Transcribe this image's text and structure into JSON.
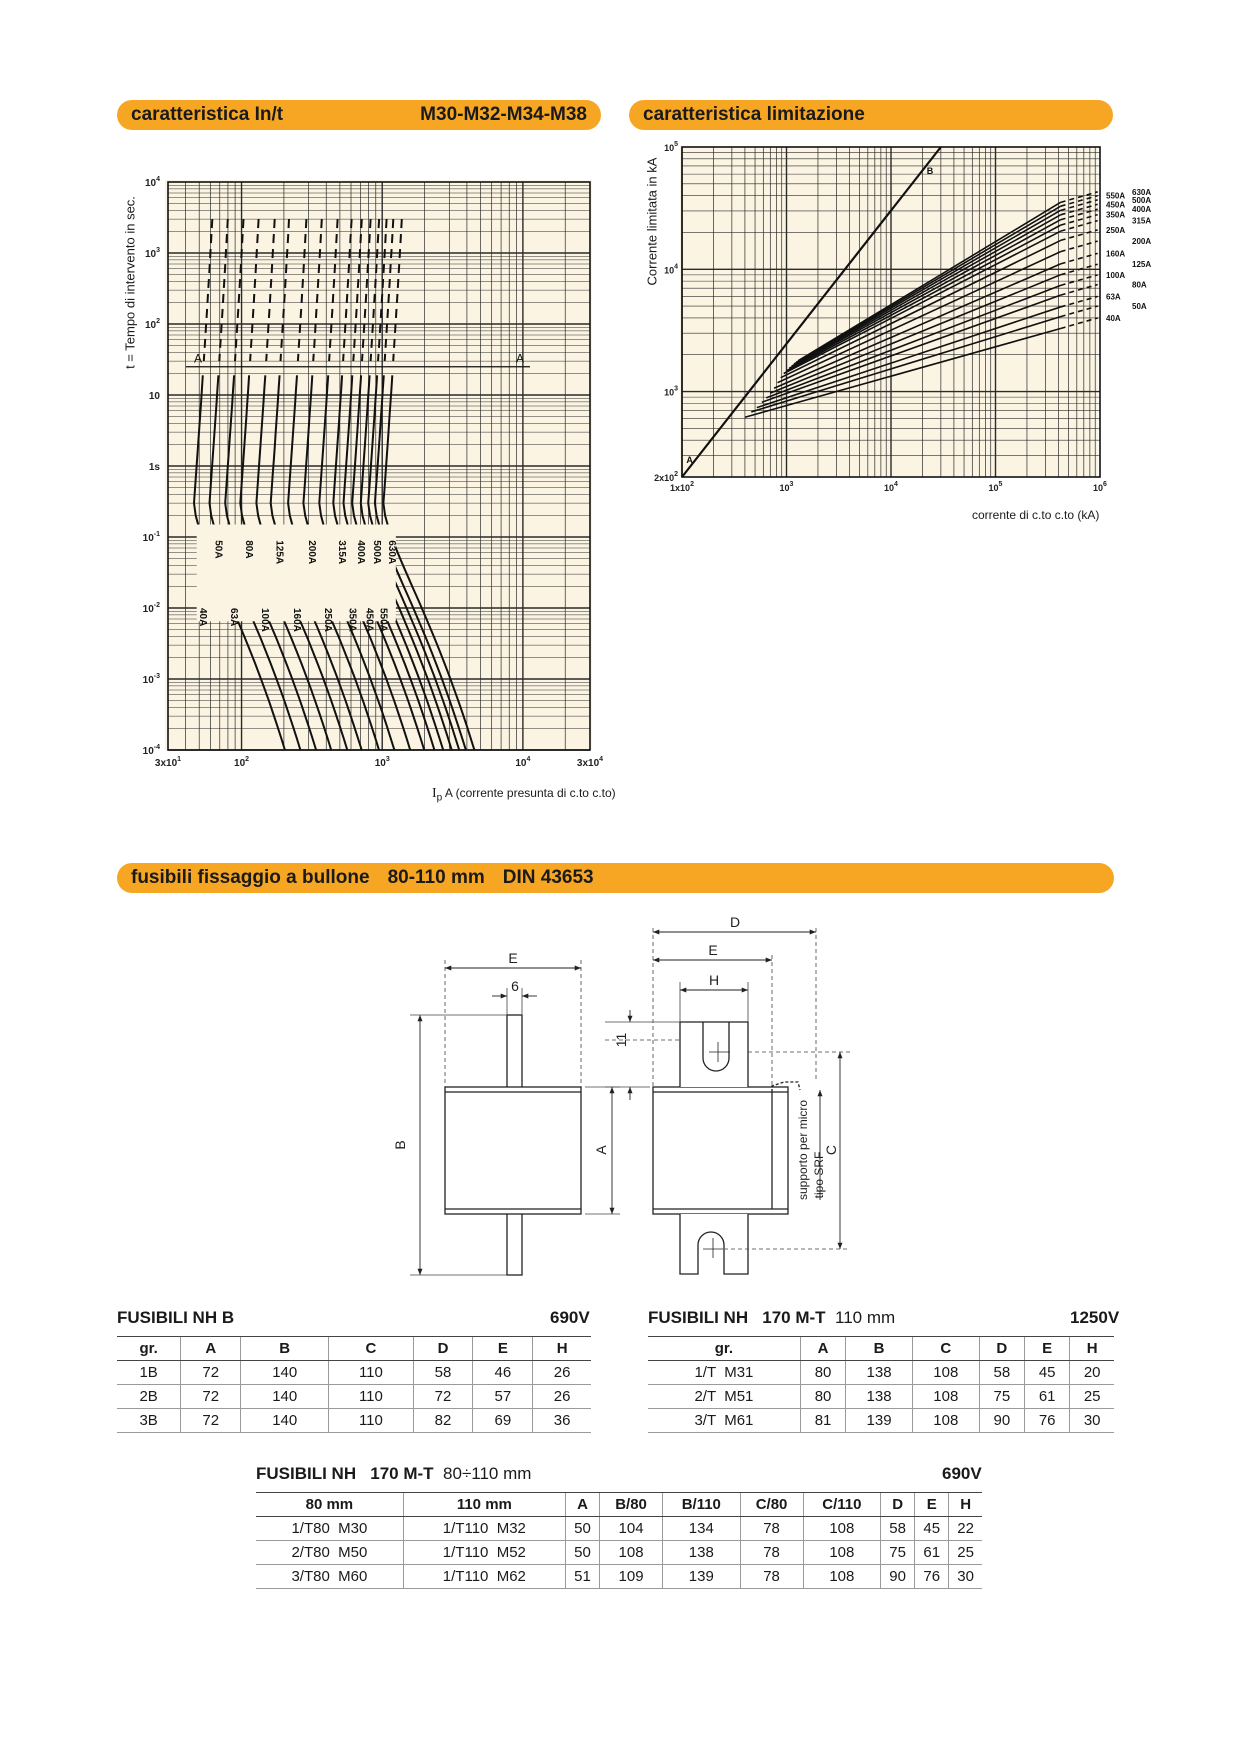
{
  "headers": {
    "curve_left": "caratteristica In/t",
    "curve_right": "M30-M32-M34-M38",
    "limit": "caratteristica limitazione",
    "bolt_1": "fusibili fissaggio a bullone",
    "bolt_2": "80-110 mm",
    "bolt_3": "DIN 43653"
  },
  "chart_data": [
    {
      "type": "line",
      "name": "caratteristica In/t",
      "xlabel_i": "I",
      "xlabel_sub": "p",
      "xlabel_rest": " A (corrente presunta di c.to c.to)",
      "ylabel": "t = Tempo di intervento in sec.",
      "x_scale": "log",
      "y_scale": "log",
      "xlim": [
        30,
        30000
      ],
      "ylim": [
        0.0001,
        10000
      ],
      "x_ticks": [
        {
          "v": 30,
          "label": "3x10",
          "exp": "1"
        },
        {
          "v": 100,
          "label": "10",
          "exp": "2"
        },
        {
          "v": 1000,
          "label": "10",
          "exp": "3"
        },
        {
          "v": 10000,
          "label": "10",
          "exp": "4"
        },
        {
          "v": 30000,
          "label": "3x10",
          "exp": "4"
        }
      ],
      "y_ticks": [
        {
          "v": 10000,
          "label": "10",
          "exp": "4"
        },
        {
          "v": 1000,
          "label": "10",
          "exp": "3"
        },
        {
          "v": 100,
          "label": "10",
          "exp": "2"
        },
        {
          "v": 10,
          "label": "10",
          "exp": ""
        },
        {
          "v": 1,
          "label": "1s",
          "exp": ""
        },
        {
          "v": 0.1,
          "label": "10",
          "exp": "-1"
        },
        {
          "v": 0.01,
          "label": "10",
          "exp": "-2"
        },
        {
          "v": 0.001,
          "label": "10",
          "exp": "-3"
        },
        {
          "v": 0.0001,
          "label": "10",
          "exp": "-4"
        }
      ],
      "marker_label": "A",
      "marker_t": 25,
      "series": [
        {
          "name": "40A",
          "knee": 45
        },
        {
          "name": "50A",
          "knee": 58
        },
        {
          "name": "63A",
          "knee": 75
        },
        {
          "name": "80A",
          "knee": 96
        },
        {
          "name": "100A",
          "knee": 125
        },
        {
          "name": "125A",
          "knee": 158
        },
        {
          "name": "160A",
          "knee": 210
        },
        {
          "name": "200A",
          "knee": 270
        },
        {
          "name": "250A",
          "knee": 350
        },
        {
          "name": "315A",
          "knee": 440
        },
        {
          "name": "350A",
          "knee": 520
        },
        {
          "name": "400A",
          "knee": 600
        },
        {
          "name": "450A",
          "knee": 690
        },
        {
          "name": "500A",
          "knee": 780
        },
        {
          "name": "550A",
          "knee": 870
        },
        {
          "name": "630A",
          "knee": 1000
        }
      ]
    },
    {
      "type": "line",
      "name": "caratteristica limitazione",
      "xlabel": "corrente di c.to c.to (kA)",
      "ylabel": "Corrente limitata in kA",
      "x_scale": "log",
      "y_scale": "log",
      "xlim": [
        100,
        1000000
      ],
      "ylim": [
        200,
        100000
      ],
      "x_ticks": [
        {
          "v": 100,
          "label": "1x10",
          "exp": "2"
        },
        {
          "v": 1000,
          "label": "10",
          "exp": "3"
        },
        {
          "v": 10000,
          "label": "10",
          "exp": "4"
        },
        {
          "v": 100000,
          "label": "10",
          "exp": "5"
        },
        {
          "v": 1000000,
          "label": "10",
          "exp": "6"
        }
      ],
      "y_ticks": [
        {
          "v": 100000,
          "label": "10",
          "exp": "5"
        },
        {
          "v": 10000,
          "label": "10",
          "exp": "4"
        },
        {
          "v": 1000,
          "label": "10",
          "exp": "3"
        },
        {
          "v": 200,
          "label": "2x10",
          "exp": "2"
        }
      ],
      "diagonal": {
        "label_a": "A",
        "label_b": "B",
        "from": [
          100,
          200
        ],
        "to": [
          30000,
          100000
        ]
      },
      "series": [
        {
          "name": "630A",
          "end": 43000
        },
        {
          "name": "550A",
          "end": 40000
        },
        {
          "name": "500A",
          "end": 37000
        },
        {
          "name": "450A",
          "end": 34000
        },
        {
          "name": "400A",
          "end": 31000
        },
        {
          "name": "350A",
          "end": 28000
        },
        {
          "name": "315A",
          "end": 25000
        },
        {
          "name": "250A",
          "end": 21000
        },
        {
          "name": "200A",
          "end": 17000
        },
        {
          "name": "160A",
          "end": 13500
        },
        {
          "name": "125A",
          "end": 11000
        },
        {
          "name": "100A",
          "end": 9000
        },
        {
          "name": "80A",
          "end": 7500
        },
        {
          "name": "63A",
          "end": 6000
        },
        {
          "name": "50A",
          "end": 5000
        },
        {
          "name": "40A",
          "end": 4000
        }
      ]
    }
  ],
  "drawing": {
    "E": "E",
    "six": "6",
    "B": "B",
    "A": "A",
    "D": "D",
    "H": "H",
    "eleven": "11",
    "C": "C",
    "micro_1": "supporto per micro",
    "micro_2": "tipo SRF"
  },
  "table_b": {
    "title": "FUSIBILI NH B",
    "voltage": "690V",
    "headers": [
      "gr.",
      "A",
      "B",
      "C",
      "D",
      "E",
      "H"
    ],
    "rows": [
      [
        "1B",
        "72",
        "140",
        "110",
        "58",
        "46",
        "26"
      ],
      [
        "2B",
        "72",
        "140",
        "110",
        "72",
        "57",
        "26"
      ],
      [
        "3B",
        "72",
        "140",
        "110",
        "82",
        "69",
        "36"
      ]
    ]
  },
  "table_mt110": {
    "title": "FUSIBILI NH   170 M-T",
    "size": "110 mm",
    "voltage": "1250V",
    "headers": [
      "gr.",
      "A",
      "B",
      "C",
      "D",
      "E",
      "H"
    ],
    "rows": [
      [
        "1/T  M31",
        "80",
        "138",
        "108",
        "58",
        "45",
        "20"
      ],
      [
        "2/T  M51",
        "80",
        "138",
        "108",
        "75",
        "61",
        "25"
      ],
      [
        "3/T  M61",
        "81",
        "139",
        "108",
        "90",
        "76",
        "30"
      ]
    ]
  },
  "table_mt80": {
    "title": "FUSIBILI NH   170 M-T",
    "size": "80÷110 mm",
    "voltage": "690V",
    "headers": [
      "80 mm",
      "110 mm",
      "A",
      "B/80",
      "B/110",
      "C/80",
      "C/110",
      "D",
      "E",
      "H"
    ],
    "rows": [
      [
        "1/T80  M30",
        "1/T110  M32",
        "50",
        "104",
        "134",
        "78",
        "108",
        "58",
        "45",
        "22"
      ],
      [
        "2/T80  M50",
        "1/T110  M52",
        "50",
        "108",
        "138",
        "78",
        "108",
        "75",
        "61",
        "25"
      ],
      [
        "3/T80  M60",
        "1/T110  M62",
        "51",
        "109",
        "139",
        "78",
        "108",
        "90",
        "76",
        "30"
      ]
    ]
  }
}
